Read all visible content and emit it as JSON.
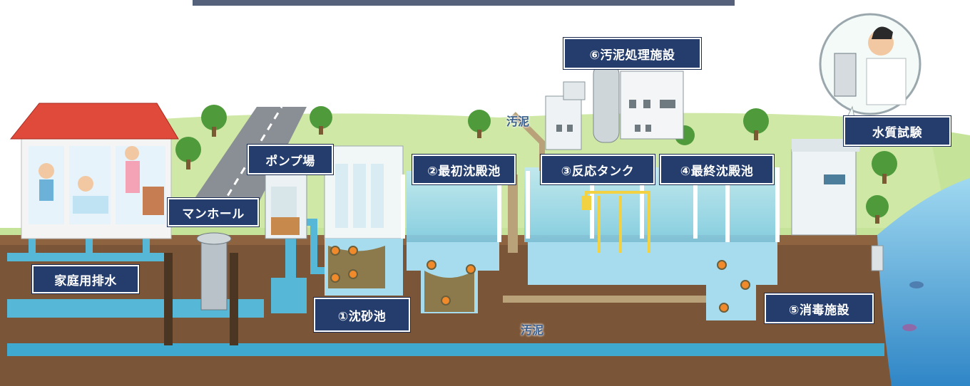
{
  "labels": {
    "household": "家庭用排水",
    "manhole": "マンホール",
    "pump": "ポンプ場",
    "grit": "①沈砂池",
    "primary": "②最初沈殿池",
    "reaction": "③反応タンク",
    "final": "④最終沈殿池",
    "disinfect": "⑤消毒施設",
    "sludge_facility": "⑥汚泥処理施設",
    "water_test": "水質試験"
  },
  "sludge_labels": {
    "top": "汚泥",
    "bottom": "汚泥"
  },
  "colors": {
    "label_bg": "#243d6c",
    "soil": "#7b5537",
    "water": "#8fd3ec",
    "pipe": "#3fa9cf",
    "grass": "#bfe08a",
    "roof": "#e04a3a",
    "river": "#4aa3d8"
  }
}
